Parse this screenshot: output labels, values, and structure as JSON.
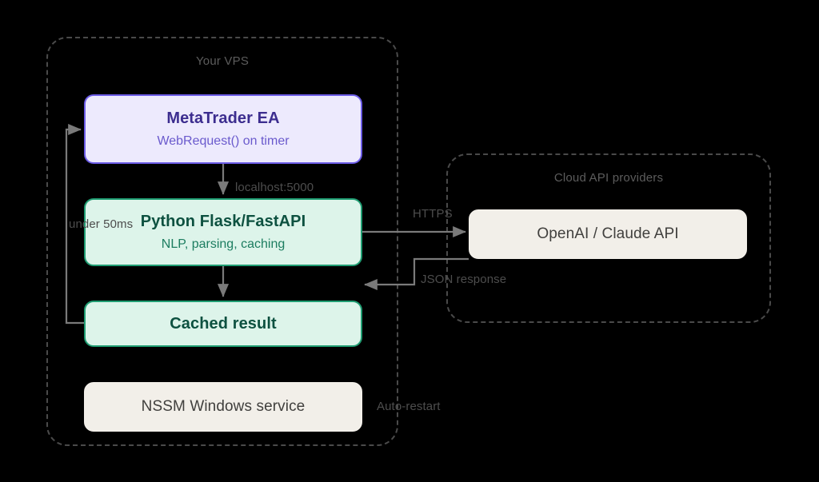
{
  "diagram": {
    "title": "MetaTrader EA to Cloud API architecture",
    "background": "#000000",
    "groups": [
      {
        "id": "vps",
        "label": "Your VPS"
      },
      {
        "id": "cloud",
        "label": "Cloud API providers"
      }
    ],
    "nodes": [
      {
        "id": "metatrader",
        "title": "MetaTrader EA",
        "subtitle": "WebRequest() on timer",
        "fill": "#edeafd",
        "stroke": "#6c5ce7",
        "title_color": "#3c2d8f",
        "subtitle_color": "#6a5acd"
      },
      {
        "id": "python",
        "title": "Python Flask/FastAPI",
        "subtitle": "NLP, parsing, caching",
        "fill": "#ddf4ea",
        "stroke": "#1f9d72",
        "title_color": "#0d5140",
        "subtitle_color": "#1c7d60"
      },
      {
        "id": "cached",
        "title": "Cached result",
        "subtitle": "",
        "fill": "#ddf4ea",
        "stroke": "#1f9d72",
        "title_color": "#0d5140",
        "subtitle_color": "#1c7d60"
      },
      {
        "id": "nssm",
        "title": "NSSM Windows service",
        "subtitle": "",
        "fill": "#f2efe9",
        "stroke": "#f2efe9",
        "title_color": "#41403e",
        "subtitle_color": "#41403e"
      },
      {
        "id": "cloudapi",
        "title": "OpenAI / Claude API",
        "subtitle": "",
        "fill": "#f2efe9",
        "stroke": "#f2efe9",
        "title_color": "#41403e",
        "subtitle_color": "#41403e"
      }
    ],
    "edges": [
      {
        "id": "e1",
        "label": "localhost:5000",
        "from": "metatrader",
        "to": "python"
      },
      {
        "id": "e2",
        "label": "",
        "from": "python",
        "to": "cached"
      },
      {
        "id": "e3",
        "label": "under 50ms",
        "from": "cached",
        "to": "metatrader"
      },
      {
        "id": "e4",
        "label": "HTTPS",
        "from": "python",
        "to": "cloudapi"
      },
      {
        "id": "e5",
        "label": "JSON response",
        "from": "cloudapi",
        "to": "cached"
      },
      {
        "id": "e6",
        "label": "Auto-restart",
        "from": "nssm",
        "to": "vps"
      }
    ],
    "colors": {
      "connector": "#7a7a7a",
      "group_border": "#4a4a4a",
      "group_label": "#5c5c5c",
      "edge_label": "#4d4d4d"
    }
  }
}
